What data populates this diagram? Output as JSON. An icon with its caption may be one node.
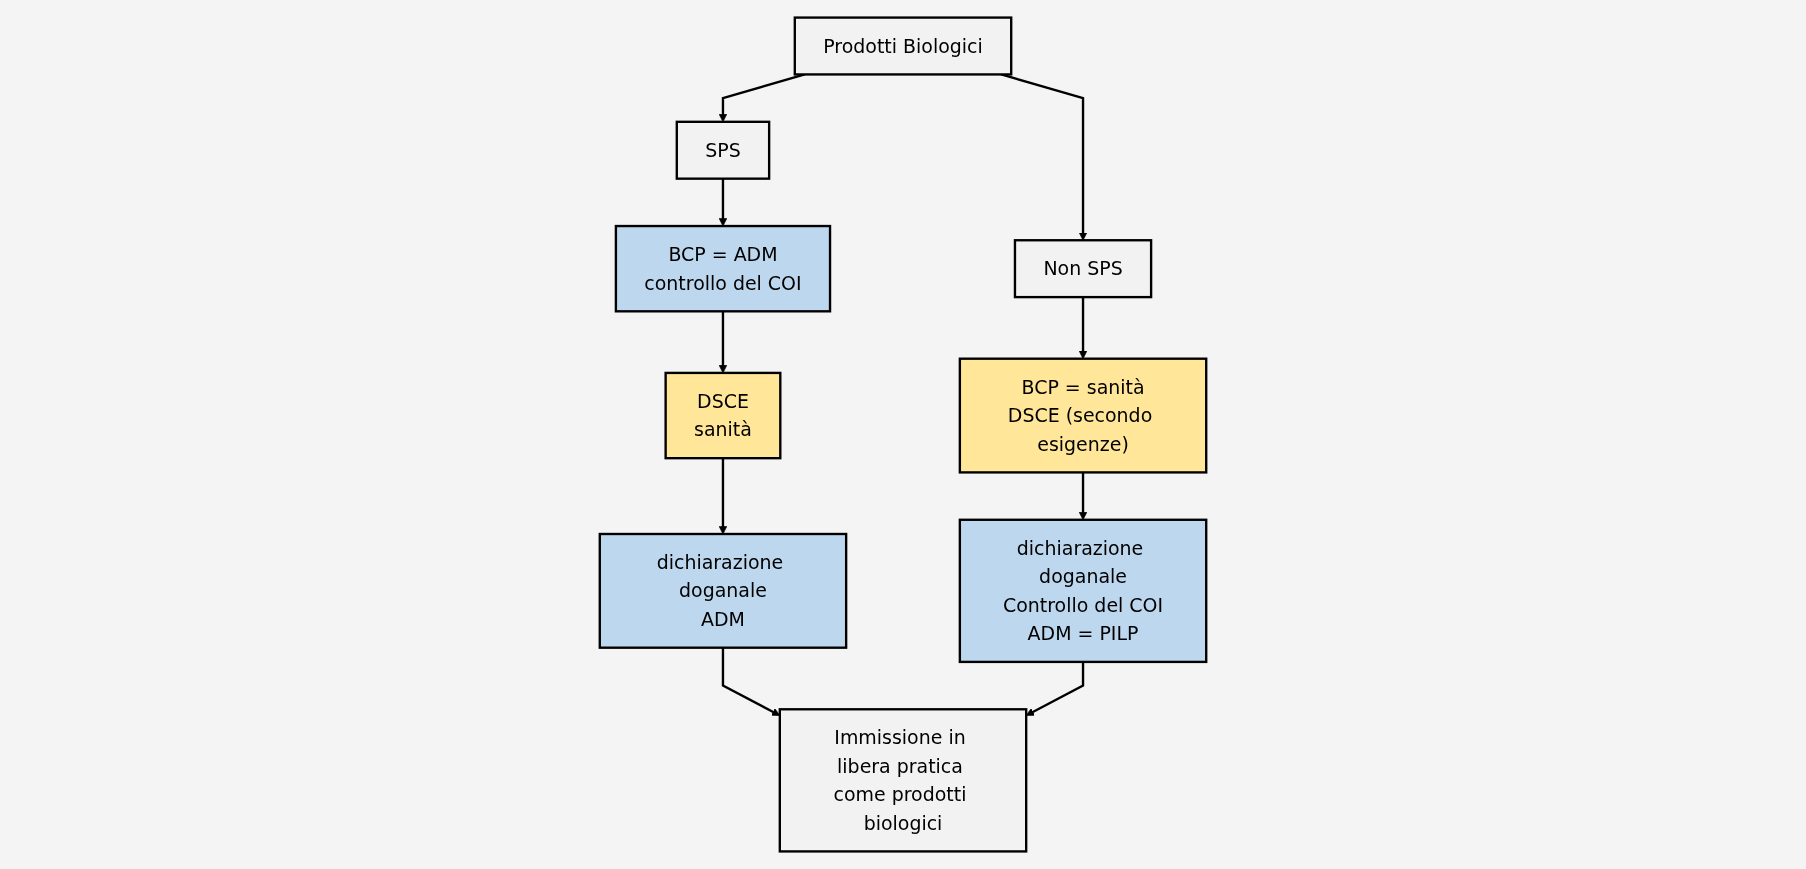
{
  "diagram": {
    "nodes": [
      {
        "text": [
          "Prodotti Biologici"
        ]
      },
      {
        "text": [
          "SPS"
        ]
      },
      {
        "text": [
          "BCP = ADM",
          "controllo del COI"
        ]
      },
      {
        "text": [
          "DSCE",
          "sanità"
        ]
      },
      {
        "text": [
          "dichiarazione doganale",
          "ADM"
        ]
      },
      {
        "text": [
          "Non SPS"
        ]
      },
      {
        "text": [
          "BCP = sanità",
          "DSCE (secondo esigenze)"
        ]
      },
      {
        "text": [
          "dichiarazione doganale",
          "Controllo del COI",
          "ADM = PILP"
        ]
      },
      {
        "text": [
          "Immissione in libera pratica come prodotti biologici"
        ]
      }
    ],
    "edges": [
      {
        "from": 0,
        "to": 1,
        "arrow": "to"
      },
      {
        "from": 0,
        "to": 5,
        "arrow": "to"
      },
      {
        "from": 1,
        "to": 2,
        "arrow": "to"
      },
      {
        "from": 2,
        "to": 3,
        "arrow": "to"
      },
      {
        "from": 3,
        "to": 4,
        "arrow": "to"
      },
      {
        "from": 4,
        "to": 8,
        "arrow": "to"
      },
      {
        "from": 5,
        "to": 6,
        "arrow": "to"
      },
      {
        "from": 6,
        "to": 7,
        "arrow": "to"
      },
      {
        "from": 7,
        "to": 8,
        "arrow": "to"
      }
    ]
  }
}
